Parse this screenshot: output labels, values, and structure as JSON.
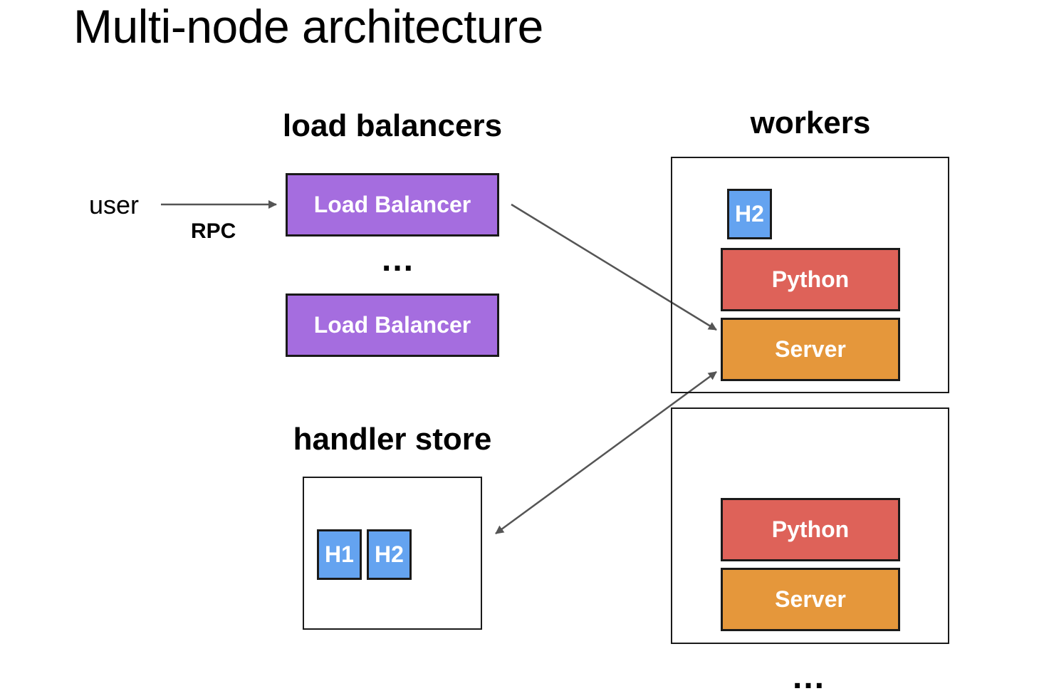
{
  "title": "Multi-node architecture",
  "colors": {
    "load_balancer": "#a56ddf",
    "handler": "#64a3f0",
    "python": "#de6259",
    "server": "#e5973b",
    "arrow": "#555555"
  },
  "user": {
    "label": "user",
    "protocol": "RPC"
  },
  "load_balancers": {
    "heading": "load balancers",
    "items": [
      "Load Balancer",
      "Load Balancer"
    ],
    "ellipsis": "..."
  },
  "handler_store": {
    "heading": "handler store",
    "handlers": [
      "H1",
      "H2"
    ]
  },
  "workers": {
    "heading": "workers",
    "nodes": [
      {
        "handler": "H2",
        "python": "Python",
        "server": "Server"
      },
      {
        "python": "Python",
        "server": "Server"
      }
    ],
    "ellipsis": "..."
  }
}
